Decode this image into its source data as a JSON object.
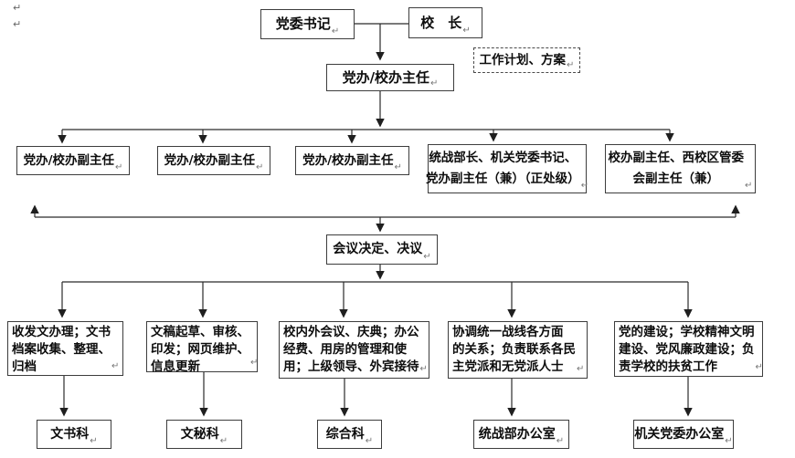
{
  "marks": {
    "return_mark": "↵"
  },
  "diagram": {
    "top": {
      "party_secretary": "党委书记",
      "president": "校　长",
      "work_plan_note": "工作计划、方案",
      "office_director": "党办/校办主任"
    },
    "middle": {
      "deputy_1": "党办/校办副主任",
      "deputy_2": "党办/校办副主任",
      "deputy_3": "党办/校办副主任",
      "united_front_concurrent": "统战部长、机关党委书记、\n党办副主任（兼）（正处级）",
      "west_campus_concurrent": "校办副主任、西校区管委\n会副主任（兼）",
      "meeting_decision": "会议决定、决议"
    },
    "duties": [
      {
        "label": "收发文办理；文书\n档案收集、整理、\n归档"
      },
      {
        "label": "文稿起草、审核、\n印发；网页维护、\n信息更新"
      },
      {
        "label": "校内外会议、庆典；办公\n经费、用房的管理和使\n用；上级领导、外宾接待"
      },
      {
        "label": "协调统一战线各方面\n的关系；负责联系各民\n主党派和无党派人士"
      },
      {
        "label": "党的建设；学校精神文明\n建设、党风廉政建设；负\n责学校的扶贫工作"
      }
    ],
    "departments": [
      {
        "label": "文书科"
      },
      {
        "label": "文秘科"
      },
      {
        "label": "综合科"
      },
      {
        "label": "统战部办公室"
      },
      {
        "label": "机关党委办公室"
      }
    ]
  }
}
